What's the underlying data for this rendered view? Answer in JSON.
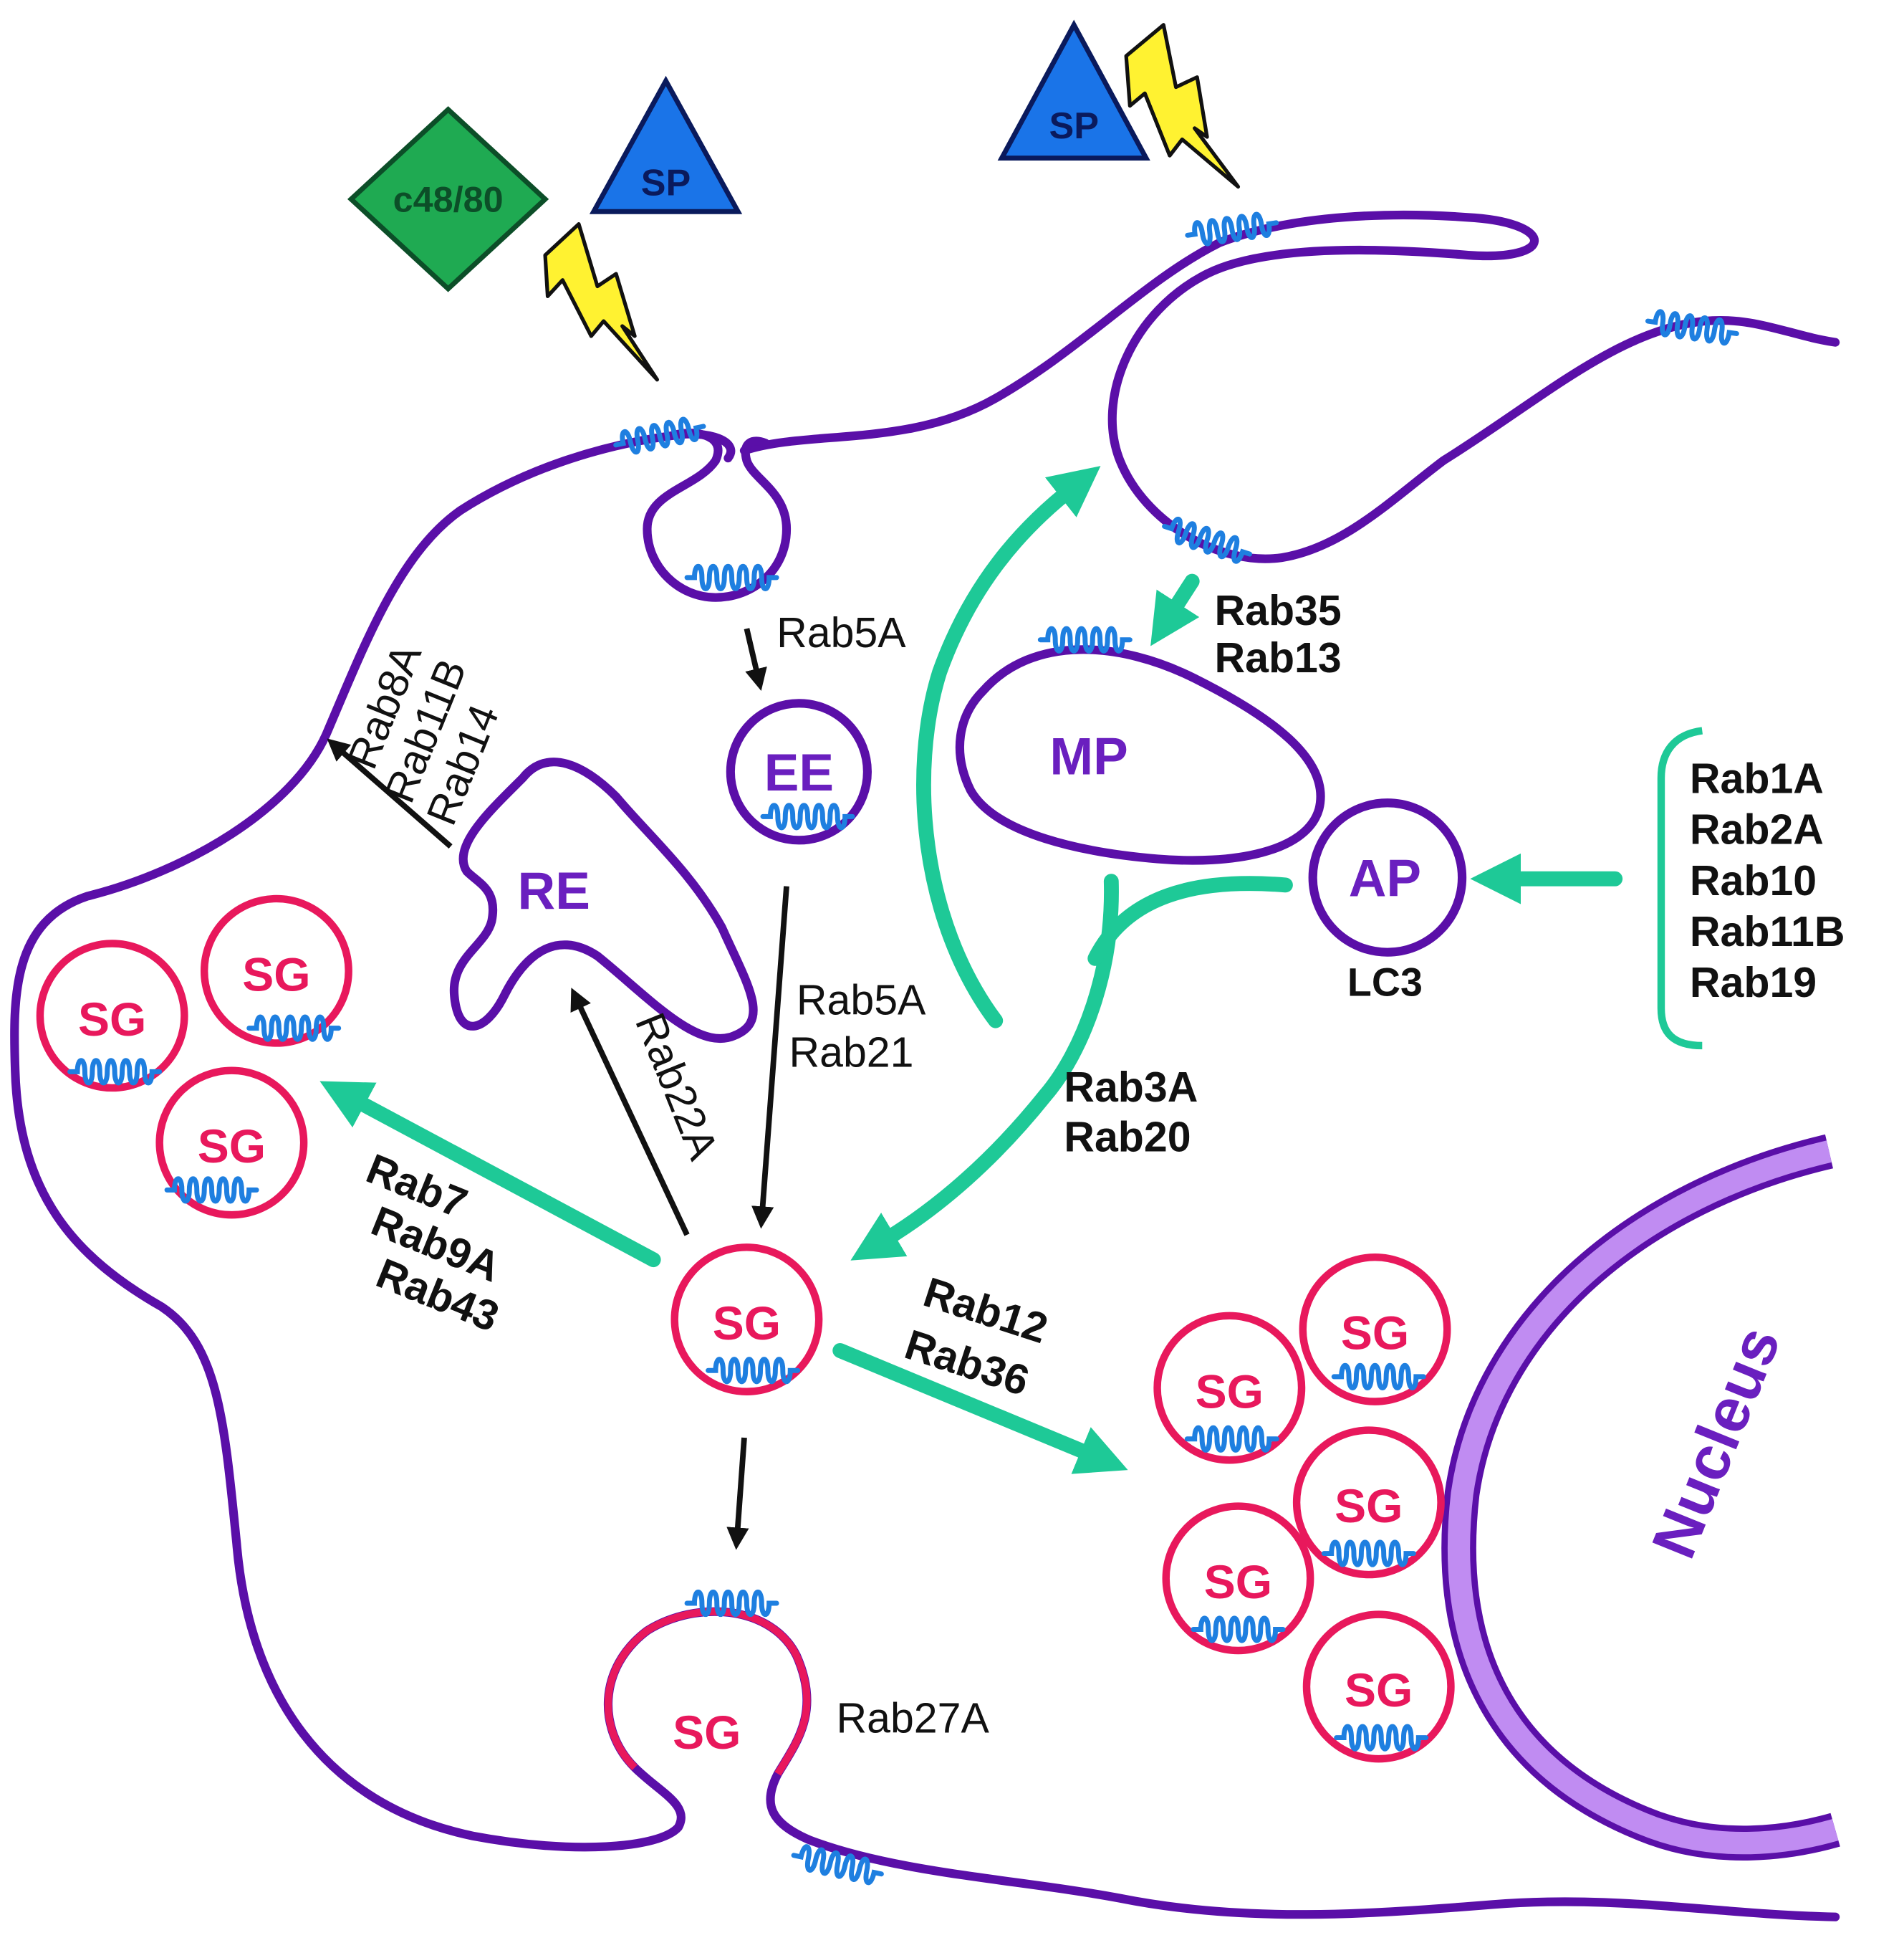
{
  "ligands": {
    "c4880": "c48/80",
    "sp_left": "SP",
    "sp_top": "SP"
  },
  "compartments": {
    "ee": "EE",
    "re": "RE",
    "mp": "MP",
    "ap": "AP",
    "ap_marker": "LC3",
    "sg": "SG",
    "nucleus": "Nucleus"
  },
  "rabs": {
    "endocytosis": "Rab5A",
    "ee_to_sg": [
      "Rab5A",
      "Rab21"
    ],
    "recycling": [
      "Rab8A",
      "Rab11B",
      "Rab14"
    ],
    "sg_to_re": "Rab22A",
    "mp_formation": [
      "Rab35",
      "Rab13"
    ],
    "autophagy": [
      "Rab1A",
      "Rab2A",
      "Rab10",
      "Rab11B",
      "Rab19"
    ],
    "to_sg": [
      "Rab3A",
      "Rab20"
    ],
    "sg_left": [
      "Rab7",
      "Rab9A",
      "Rab43"
    ],
    "sg_perinuclear": [
      "Rab12",
      "Rab36"
    ],
    "exocytosis": "Rab27A"
  },
  "colors": {
    "membrane": "#5a0fa8",
    "granule": "#e8185c",
    "receptor": "#1e7fe0",
    "green_arrow": "#1ec997",
    "sp_fill": "#1a74e8",
    "c4880_fill": "#1faa52",
    "lightning": "#fff231"
  }
}
